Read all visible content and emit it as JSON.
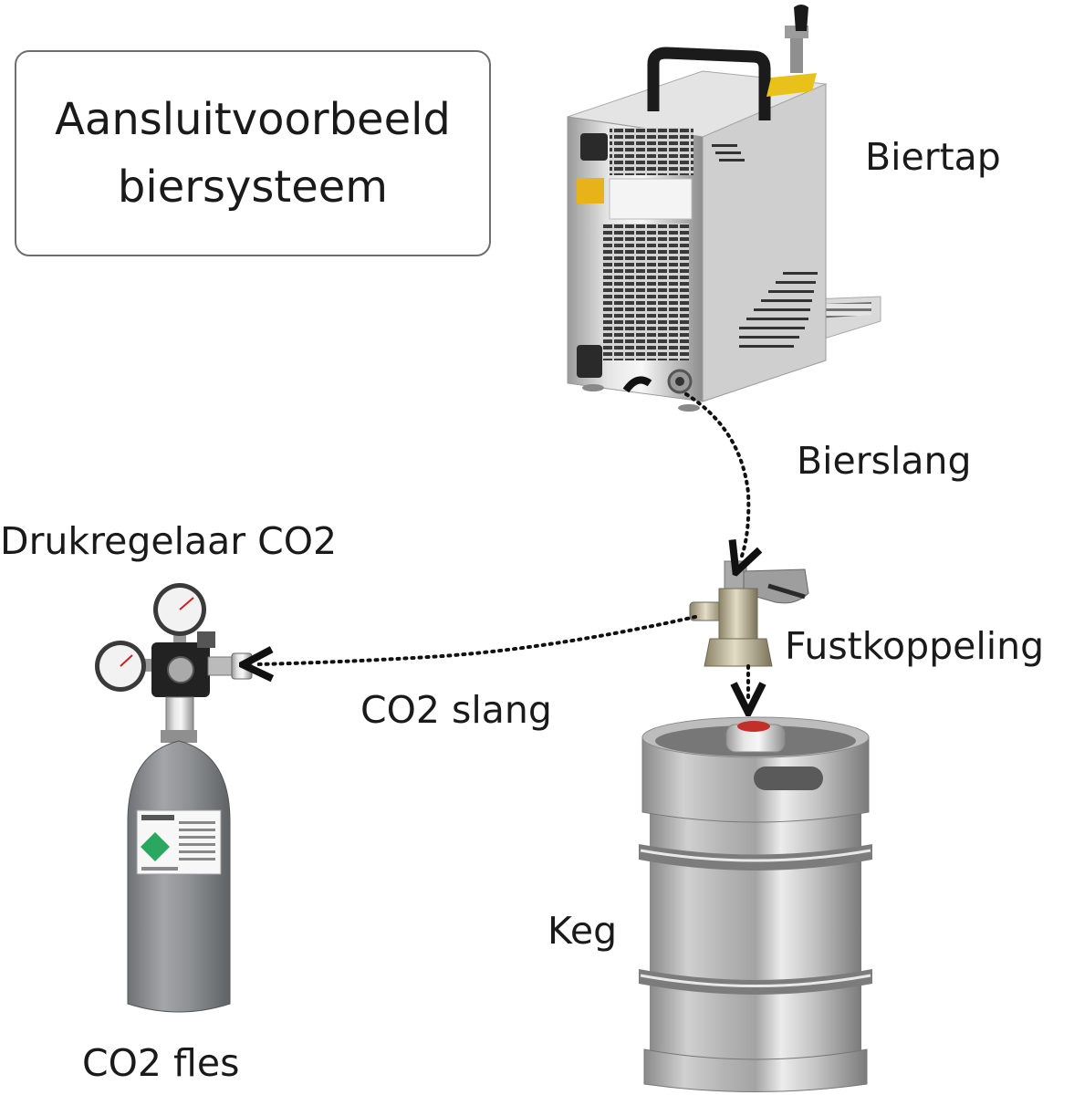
{
  "title": {
    "line1": "Aansluitvoorbeeld",
    "line2": "biersysteem"
  },
  "labels": {
    "biertap": "Biertap",
    "bierslang": "Bierslang",
    "drukregelaar": "Drukregelaar CO2",
    "fustkoppeling": "Fustkoppeling",
    "co2_slang": "CO2 slang",
    "keg": "Keg",
    "co2_fles": "CO2 fles"
  },
  "components": {
    "biertap": {
      "icon": "beer-tap-cooler-icon"
    },
    "fustkoppeling": {
      "icon": "keg-coupler-icon"
    },
    "keg": {
      "icon": "beer-keg-icon"
    },
    "drukregelaar": {
      "icon": "pressure-regulator-icon"
    },
    "co2_fles": {
      "icon": "co2-cylinder-icon"
    }
  },
  "colors": {
    "title_border": "#6e6e6e",
    "connector": "#111111",
    "steel": "#c8c8c8",
    "cylinder": "#8a8d90",
    "cylinder_label_green": "#2aa860"
  }
}
